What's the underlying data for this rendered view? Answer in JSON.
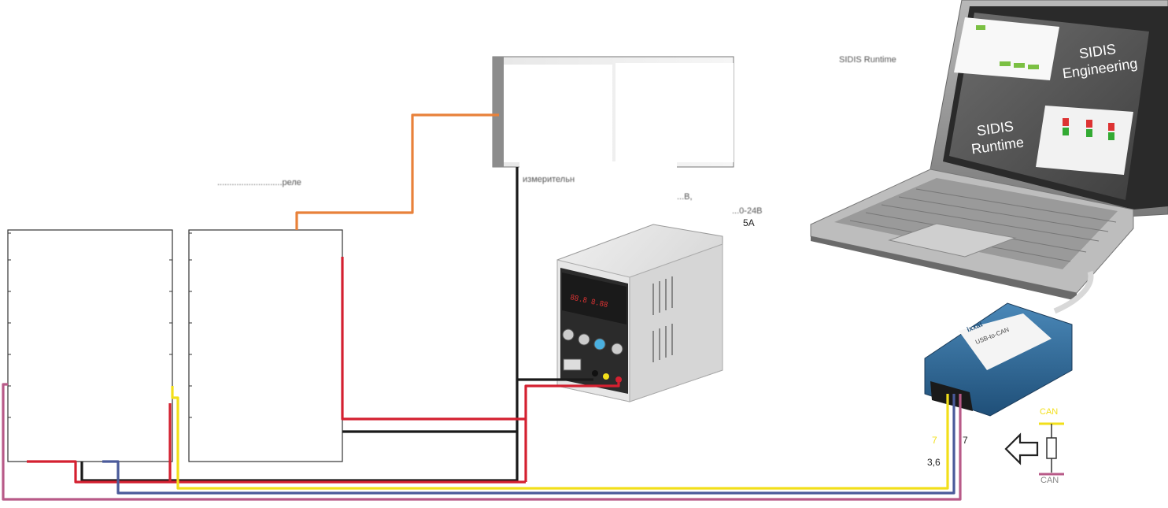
{
  "laptop": {
    "screen_engineering_line1": "SIDIS",
    "screen_engineering_line2": "Engineering",
    "screen_runtime_line1": "SIDIS",
    "screen_runtime_line2": "Runtime",
    "caption_runtime": "SIDIS Runtime"
  },
  "usb_can": {
    "brand": "ixxat",
    "model": "USB-to-CAN"
  },
  "labels": {
    "psu_current": "5A",
    "pin_left": "7",
    "pin_right": "7",
    "pin_bottom": "3,6",
    "can_high": "CAN",
    "can_low": "CAN",
    "faded_relay": "...........................реле",
    "faded_meter": "измерительн",
    "faded_psu_range": "...В,",
    "faded_psu_voltage": "...0-24В"
  },
  "colors": {
    "wire_orange": "#e8813a",
    "wire_red": "#d42030",
    "wire_black": "#1a1a1a",
    "wire_yellow": "#f2df1a",
    "wire_blue": "#4a5a9a",
    "wire_pink": "#b85a88",
    "psu_body": "#e4e4e4",
    "laptop_body": "#8a8a8a",
    "usbcan_blue": "#2f6a98"
  }
}
